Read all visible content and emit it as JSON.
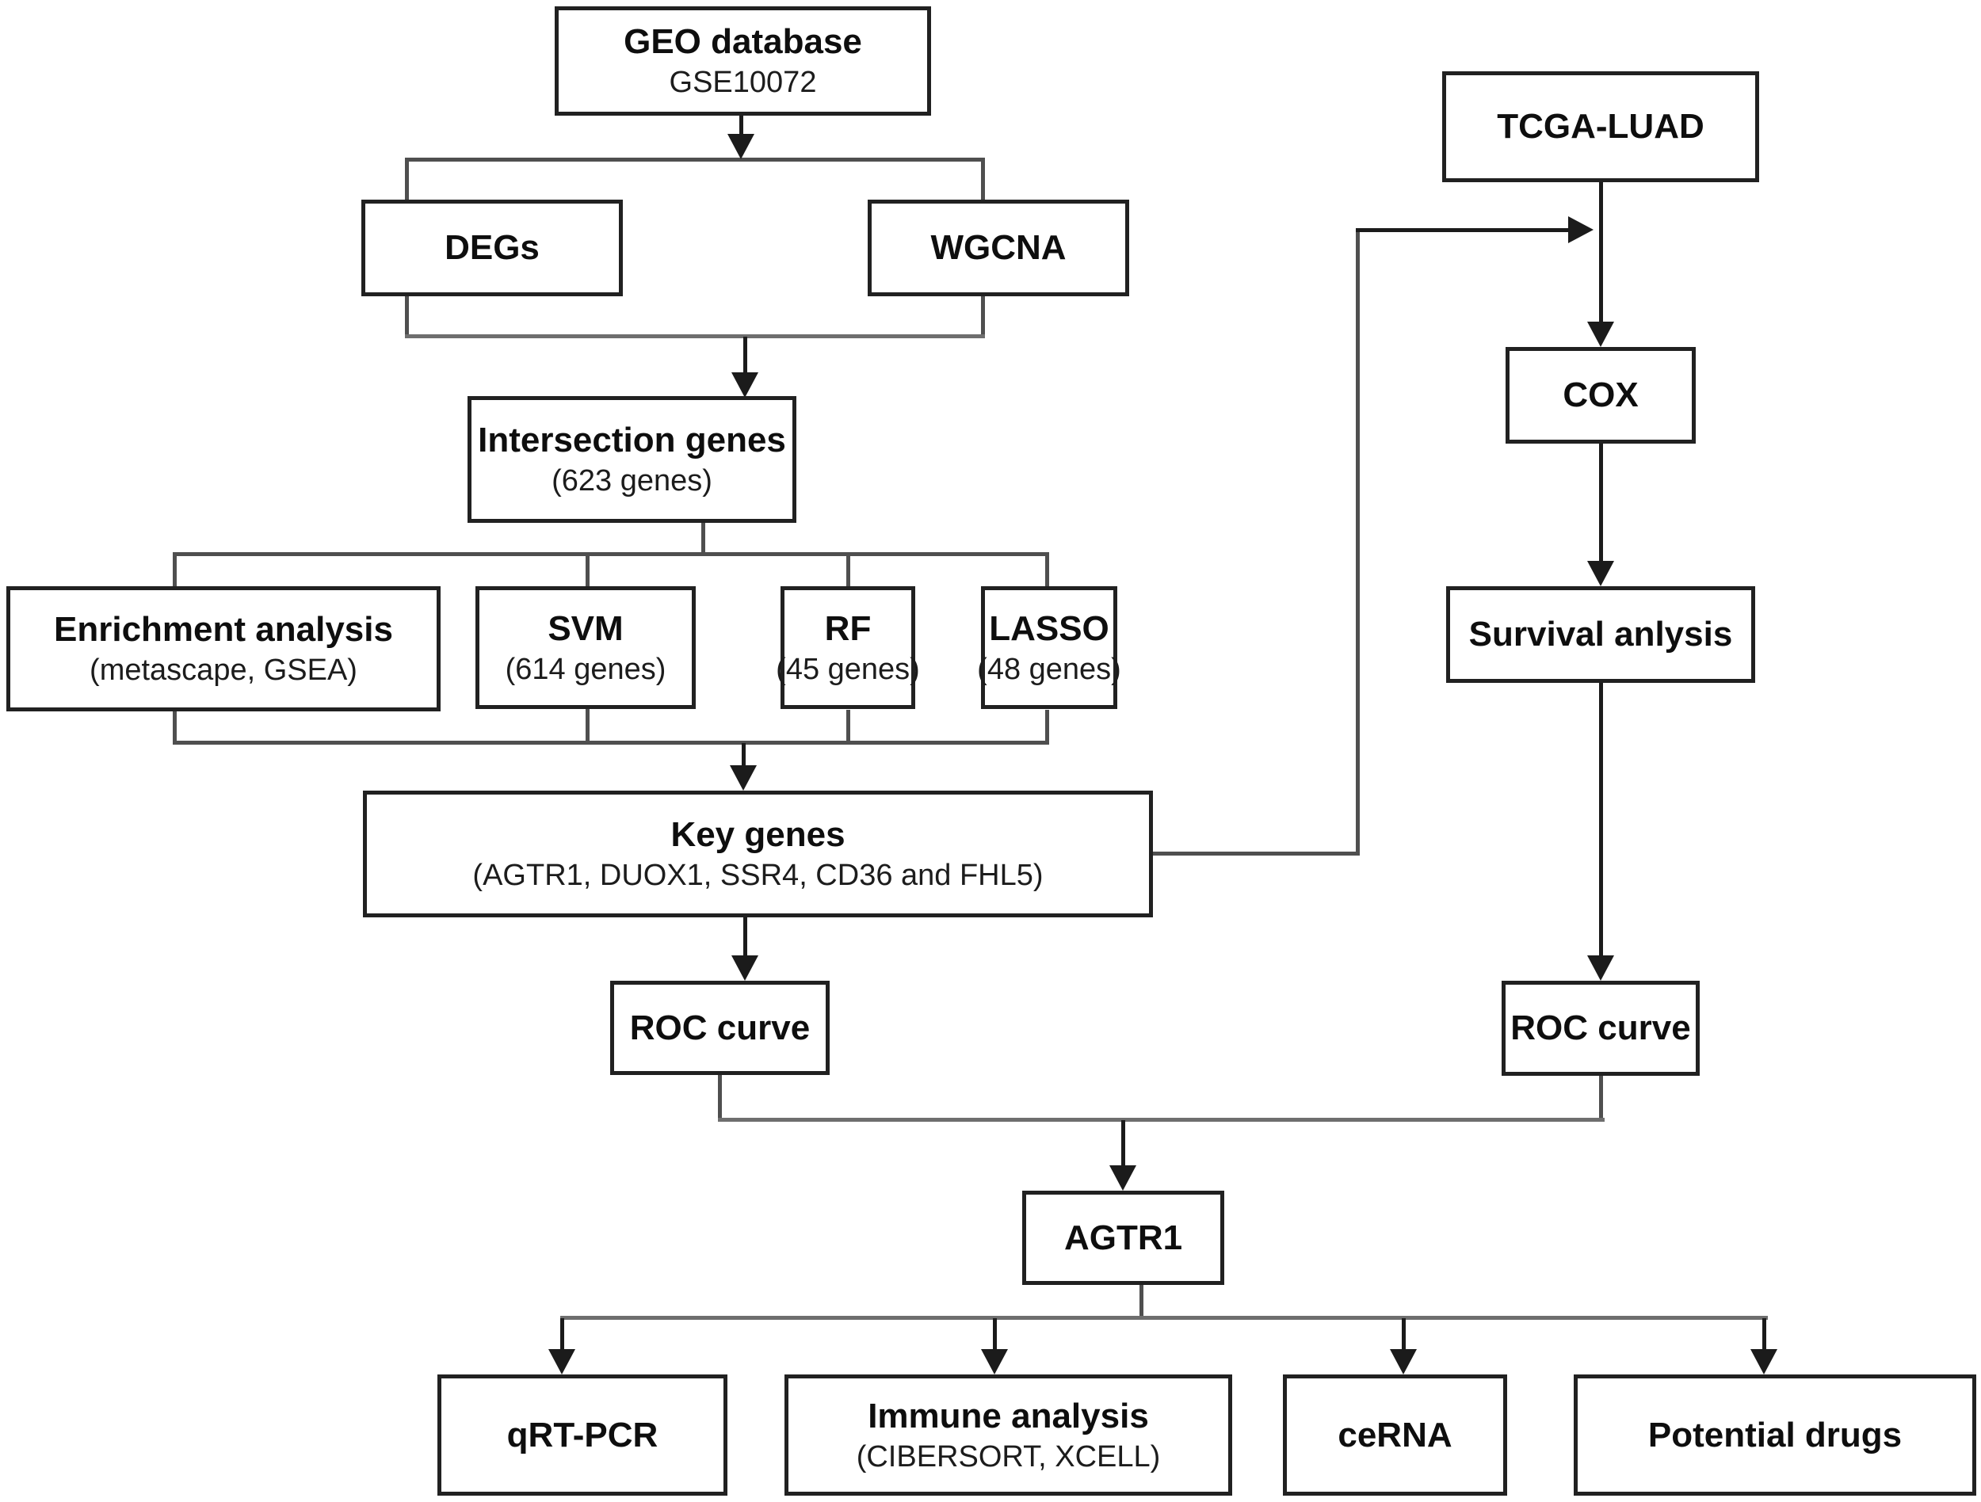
{
  "diagram": {
    "title_hint": "Study workflow flowchart",
    "line_color": "#4f4f4f",
    "arrow_color": "#1b1b1b",
    "box_border_color": "#212121",
    "nodes": {
      "geo": {
        "title": "GEO database",
        "subtitle": "GSE10072"
      },
      "degs": {
        "title": "DEGs"
      },
      "wgcna": {
        "title": "WGCNA"
      },
      "intersection": {
        "title": "Intersection genes",
        "subtitle": "(623 genes)"
      },
      "enrichment": {
        "title": "Enrichment analysis",
        "subtitle": "(metascape, GSEA)"
      },
      "svm": {
        "title": "SVM",
        "subtitle": "(614 genes)"
      },
      "rf": {
        "title": "RF",
        "subtitle": "(45 genes)"
      },
      "lasso": {
        "title": "LASSO",
        "subtitle": "(48 genes)"
      },
      "key_genes": {
        "title": "Key genes",
        "subtitle": "(AGTR1, DUOX1, SSR4, CD36 and FHL5)"
      },
      "roc_left": {
        "title": "ROC curve"
      },
      "tcga": {
        "title": "TCGA-LUAD"
      },
      "cox": {
        "title": "COX"
      },
      "survival": {
        "title": "Survival anlysis"
      },
      "roc_right": {
        "title": "ROC curve"
      },
      "agtr1": {
        "title": "AGTR1"
      },
      "qrtpcr": {
        "title": "qRT-PCR"
      },
      "immune": {
        "title": "Immune analysis",
        "subtitle": "(CIBERSORT, XCELL)"
      },
      "cerna": {
        "title": "ceRNA"
      },
      "drugs": {
        "title": "Potential drugs"
      }
    }
  }
}
